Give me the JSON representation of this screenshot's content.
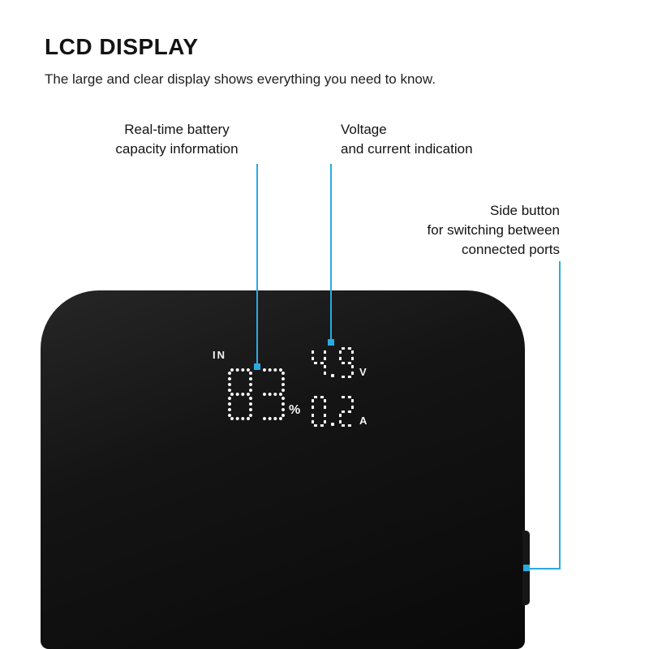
{
  "header": {
    "title": "LCD DISPLAY",
    "subtitle": "The large and clear display shows everything you need to know."
  },
  "callouts": {
    "battery": "Real-time battery\ncapacity information",
    "voltage": "Voltage\nand current indication",
    "side_button": "Side button\nfor switching between\nconnected ports"
  },
  "lcd": {
    "in_label": "IN",
    "battery_value": "83",
    "battery_unit": "%",
    "voltage_value": "4.9",
    "voltage_unit": "V",
    "current_value": "0.2",
    "current_unit": "A"
  },
  "colors": {
    "accent": "#29abe2",
    "device_body": "#111111",
    "lcd_text": "#f5f5f5"
  }
}
